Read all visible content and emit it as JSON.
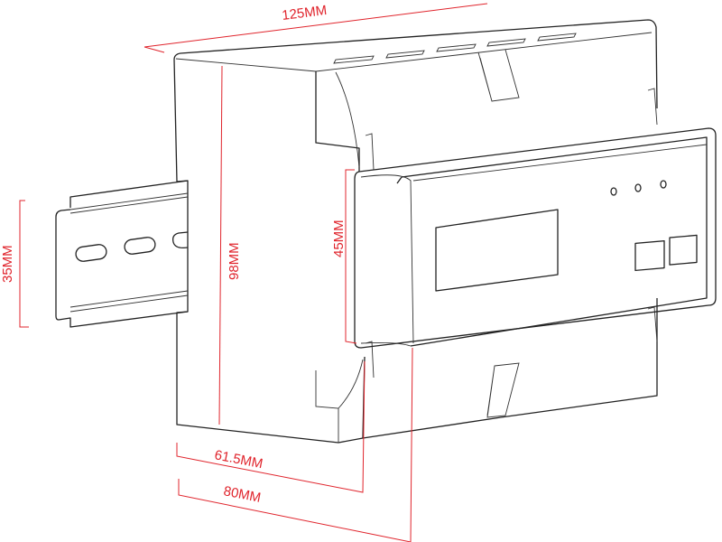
{
  "title": "DIN rail meter dimension drawing",
  "dimensions": {
    "length": "125MM",
    "height": "98MM",
    "rail_width": "35MM",
    "front_height": "45MM",
    "depth_body": "61.5MM",
    "depth_total": "80MM"
  },
  "colors": {
    "dimension": "#e0242c",
    "outline": "#222222"
  }
}
